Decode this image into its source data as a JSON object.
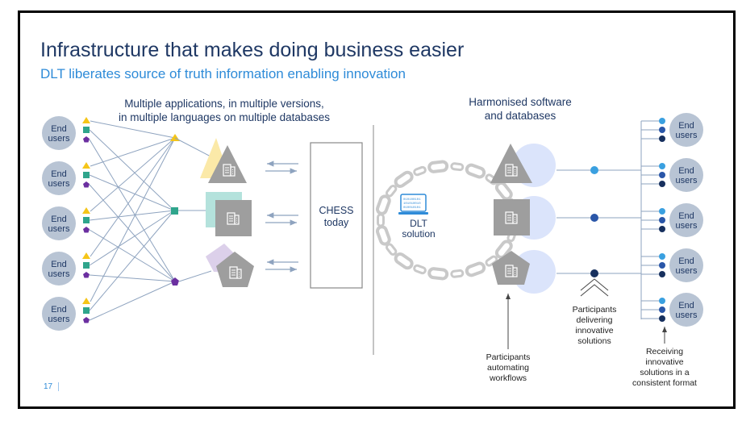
{
  "slide": {
    "title": "Infrastructure that makes doing business easier",
    "subtitle": "DLT liberates source of truth information enabling innovation",
    "page_number": "17"
  },
  "left_section": {
    "heading_line1": "Multiple applications, in multiple versions,",
    "heading_line2": "in multiple languages on multiple databases",
    "end_users": [
      {
        "line1": "End",
        "line2": "users"
      },
      {
        "line1": "End",
        "line2": "users"
      },
      {
        "line1": "End",
        "line2": "users"
      },
      {
        "line1": "End",
        "line2": "users"
      },
      {
        "line1": "End",
        "line2": "users"
      }
    ],
    "chess_box": {
      "line1": "CHESS",
      "line2": "today"
    }
  },
  "right_section": {
    "heading_line1": "Harmonised software",
    "heading_line2": "and databases",
    "dlt": {
      "line1": "DLT",
      "line2": "solution",
      "icon": "laptop-binary-icon"
    },
    "end_users": [
      {
        "line1": "End",
        "line2": "users"
      },
      {
        "line1": "End",
        "line2": "users"
      },
      {
        "line1": "End",
        "line2": "users"
      },
      {
        "line1": "End",
        "line2": "users"
      },
      {
        "line1": "End",
        "line2": "users"
      }
    ],
    "annotations": {
      "automating": [
        "Participants",
        "automating",
        "workflows"
      ],
      "delivering": [
        "Participants",
        "delivering",
        "innovative",
        "solutions"
      ],
      "receiving": [
        "Receiving",
        "innovative",
        "solutions in a",
        "consistent format"
      ]
    }
  },
  "colors": {
    "title": "#1f3864",
    "subtitle": "#2e8bd8",
    "end_user_circle": "#b8c4d4",
    "end_user_text": "#1f3864",
    "triangle_yellow": "#f5c518",
    "square_teal": "#2fa58c",
    "pentagon_purple": "#6b2fa0",
    "line": "#8ea3bf",
    "app_gray": "#9e9e9e",
    "app_shadow_yellow": "#fbe9a8",
    "app_shadow_teal": "#b4e2dc",
    "app_shadow_purple": "#dcd0ea",
    "chain": "#c9c9c9",
    "halo": "#dbe4fb",
    "dot_light": "#3aa0e0",
    "dot_mid": "#2a56a8",
    "dot_dark": "#17305e"
  }
}
